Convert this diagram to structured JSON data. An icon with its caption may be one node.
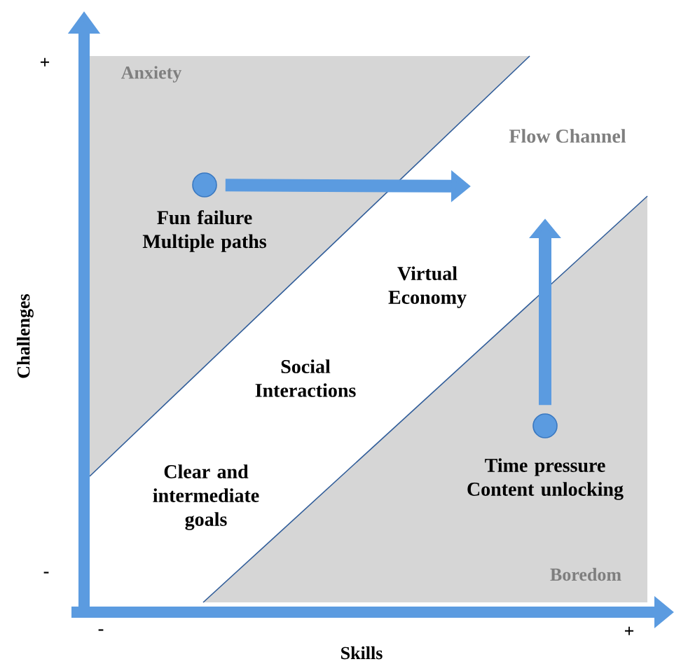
{
  "diagram": {
    "nodes": [
      {
        "text": [],
        "shape": "circle",
        "beside": [
          "Fun failure Multiple paths"
        ]
      },
      {
        "text": [],
        "shape": "circle",
        "beside": [
          "Time pressure Content unlocking"
        ]
      }
    ],
    "edges": [
      {
        "from": 0,
        "to": null,
        "arrow": "to"
      },
      {
        "from": 1,
        "to": null,
        "arrow": "to"
      }
    ],
    "labels": [
      "+",
      "Anxiety",
      "Flow Channel",
      "Virtual Economy",
      "Challenges",
      "Social Interactions",
      "Clear and intermediate goals",
      "-",
      "Boredom",
      "-",
      "+",
      "Skills"
    ]
  }
}
